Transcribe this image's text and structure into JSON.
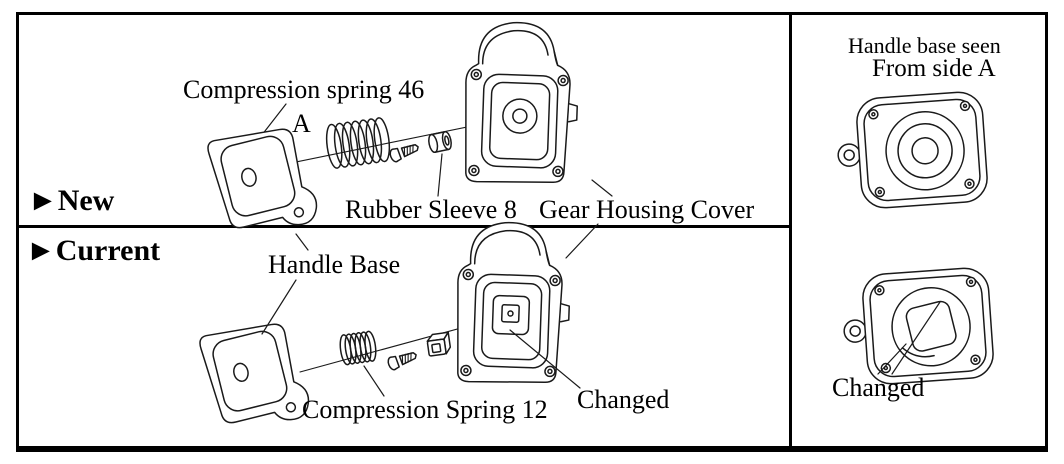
{
  "sections": {
    "new": {
      "header": "►New",
      "labels": {
        "compression_spring": "Compression spring 46",
        "side_marker": "A",
        "rubber_sleeve": "Rubber Sleeve 8",
        "gear_housing_cover": "Gear Housing Cover"
      }
    },
    "current": {
      "header": "►Current",
      "labels": {
        "handle_base": "Handle Base",
        "compression_spring": "Compression Spring 12",
        "changed": "Changed"
      }
    },
    "side_view": {
      "title_line1": "Handle base seen",
      "title_line2": "From side A",
      "changed": "Changed"
    }
  }
}
